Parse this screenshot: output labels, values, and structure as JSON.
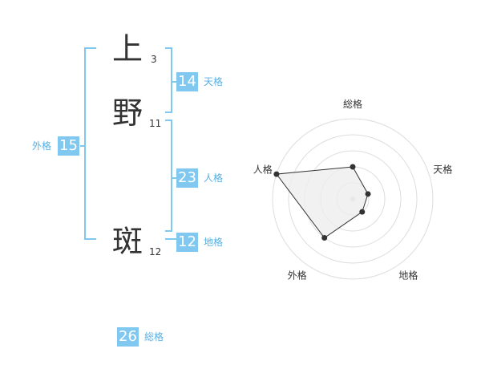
{
  "name": {
    "characters": [
      {
        "kanji": "上",
        "strokes": "3"
      },
      {
        "kanji": "野",
        "strokes": "11"
      },
      {
        "kanji": "斑",
        "strokes": "12"
      }
    ]
  },
  "fortunes": {
    "tenkaku": {
      "value": "14",
      "label": "天格"
    },
    "jinkaku": {
      "value": "23",
      "label": "人格"
    },
    "chikaku": {
      "value": "12",
      "label": "地格"
    },
    "gaikaku": {
      "value": "15",
      "label": "外格"
    },
    "soukaku": {
      "value": "26",
      "label": "総格"
    }
  },
  "radar": {
    "axes": [
      "総格",
      "天格",
      "地格",
      "外格",
      "人格"
    ],
    "levels": [
      1,
      2,
      3,
      4,
      5
    ],
    "scores": [
      2,
      1,
      1,
      3,
      5
    ]
  },
  "colors": {
    "accent": "#80c8f0",
    "accent_text": "#56b0e6",
    "text": "#333333",
    "grid": "#dddddd",
    "fill": "#eeeeee"
  }
}
